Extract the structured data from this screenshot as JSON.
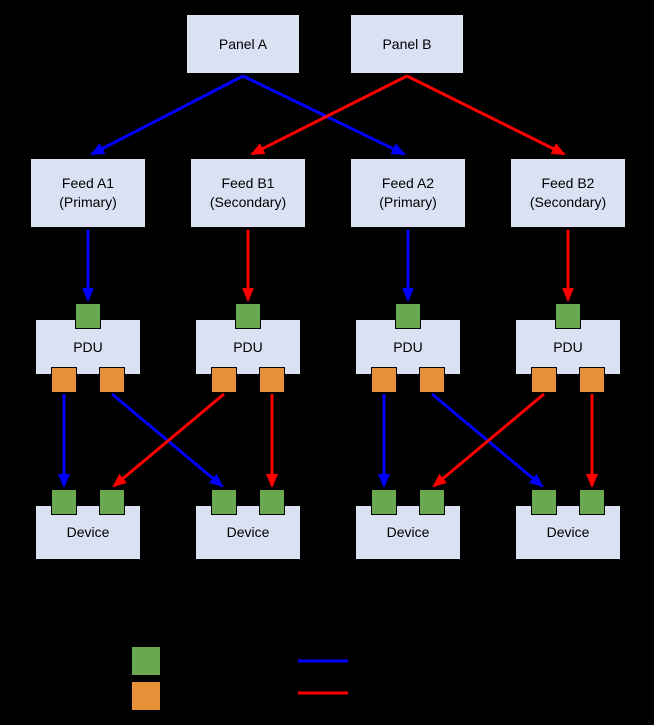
{
  "diagram": {
    "panels": [
      {
        "label": "Panel A"
      },
      {
        "label": "Panel B"
      }
    ],
    "feeds": [
      {
        "name": "Feed A1",
        "role": "(Primary)"
      },
      {
        "name": "Feed B1",
        "role": "(Secondary)"
      },
      {
        "name": "Feed A2",
        "role": "(Primary)"
      },
      {
        "name": "Feed B2",
        "role": "(Secondary)"
      }
    ],
    "pdus": [
      {
        "label": "PDU"
      },
      {
        "label": "PDU"
      },
      {
        "label": "PDU"
      },
      {
        "label": "PDU"
      }
    ],
    "devices": [
      {
        "label": "Device"
      },
      {
        "label": "Device"
      },
      {
        "label": "Device"
      },
      {
        "label": "Device"
      }
    ]
  },
  "legend": {
    "swatches": [
      {
        "name": "green-square",
        "color": "#6aa84f"
      },
      {
        "name": "orange-square",
        "color": "#e69138"
      },
      {
        "name": "blue-line",
        "color": "#0000ff"
      },
      {
        "name": "red-line",
        "color": "#ff0000"
      }
    ]
  },
  "colors": {
    "background": "#000000",
    "box_fill": "#d9e1f2",
    "box_border": "#000000",
    "input_port_green": "#6aa84f",
    "output_port_orange": "#e69138",
    "primary_path_blue": "#0000ff",
    "secondary_path_red": "#ff0000"
  }
}
